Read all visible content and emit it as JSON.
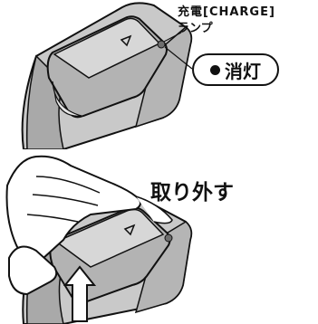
{
  "charge_lamp": {
    "line1": "充電[CHARGE]",
    "line2": "ランプ"
  },
  "status": {
    "dot": "●",
    "label": "消灯"
  },
  "remove": {
    "label": "取り外す"
  },
  "colors": {
    "charger_fill": "#c9c9c9",
    "charger_shadow": "#9a9a9a",
    "battery_fill": "#b3b3b3",
    "battery_top": "#d7d7d7",
    "outline": "#111111",
    "lamp": "#6e6e6e"
  },
  "icons": [
    "up-arrow-icon",
    "triangle-mark-icon",
    "lamp-dot-icon"
  ]
}
